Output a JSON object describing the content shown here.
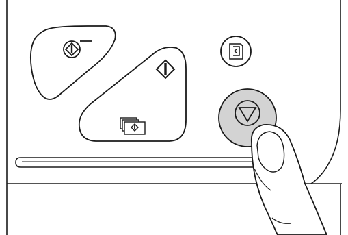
{
  "panel": {
    "name": "printer-control-panel",
    "colors": {
      "line": "#1a1a1a",
      "stop_button_fill": "#d3d3d3",
      "background": "#ffffff"
    }
  },
  "buttons": [
    {
      "name": "single-start-button",
      "icon": "start-diamond-icon"
    },
    {
      "name": "start-button",
      "icon": "start-diamond-icon"
    },
    {
      "name": "reset-button",
      "icon": "reset-icon"
    },
    {
      "name": "stop-button",
      "icon": "stop-triangle-icon",
      "pressed": true
    }
  ]
}
